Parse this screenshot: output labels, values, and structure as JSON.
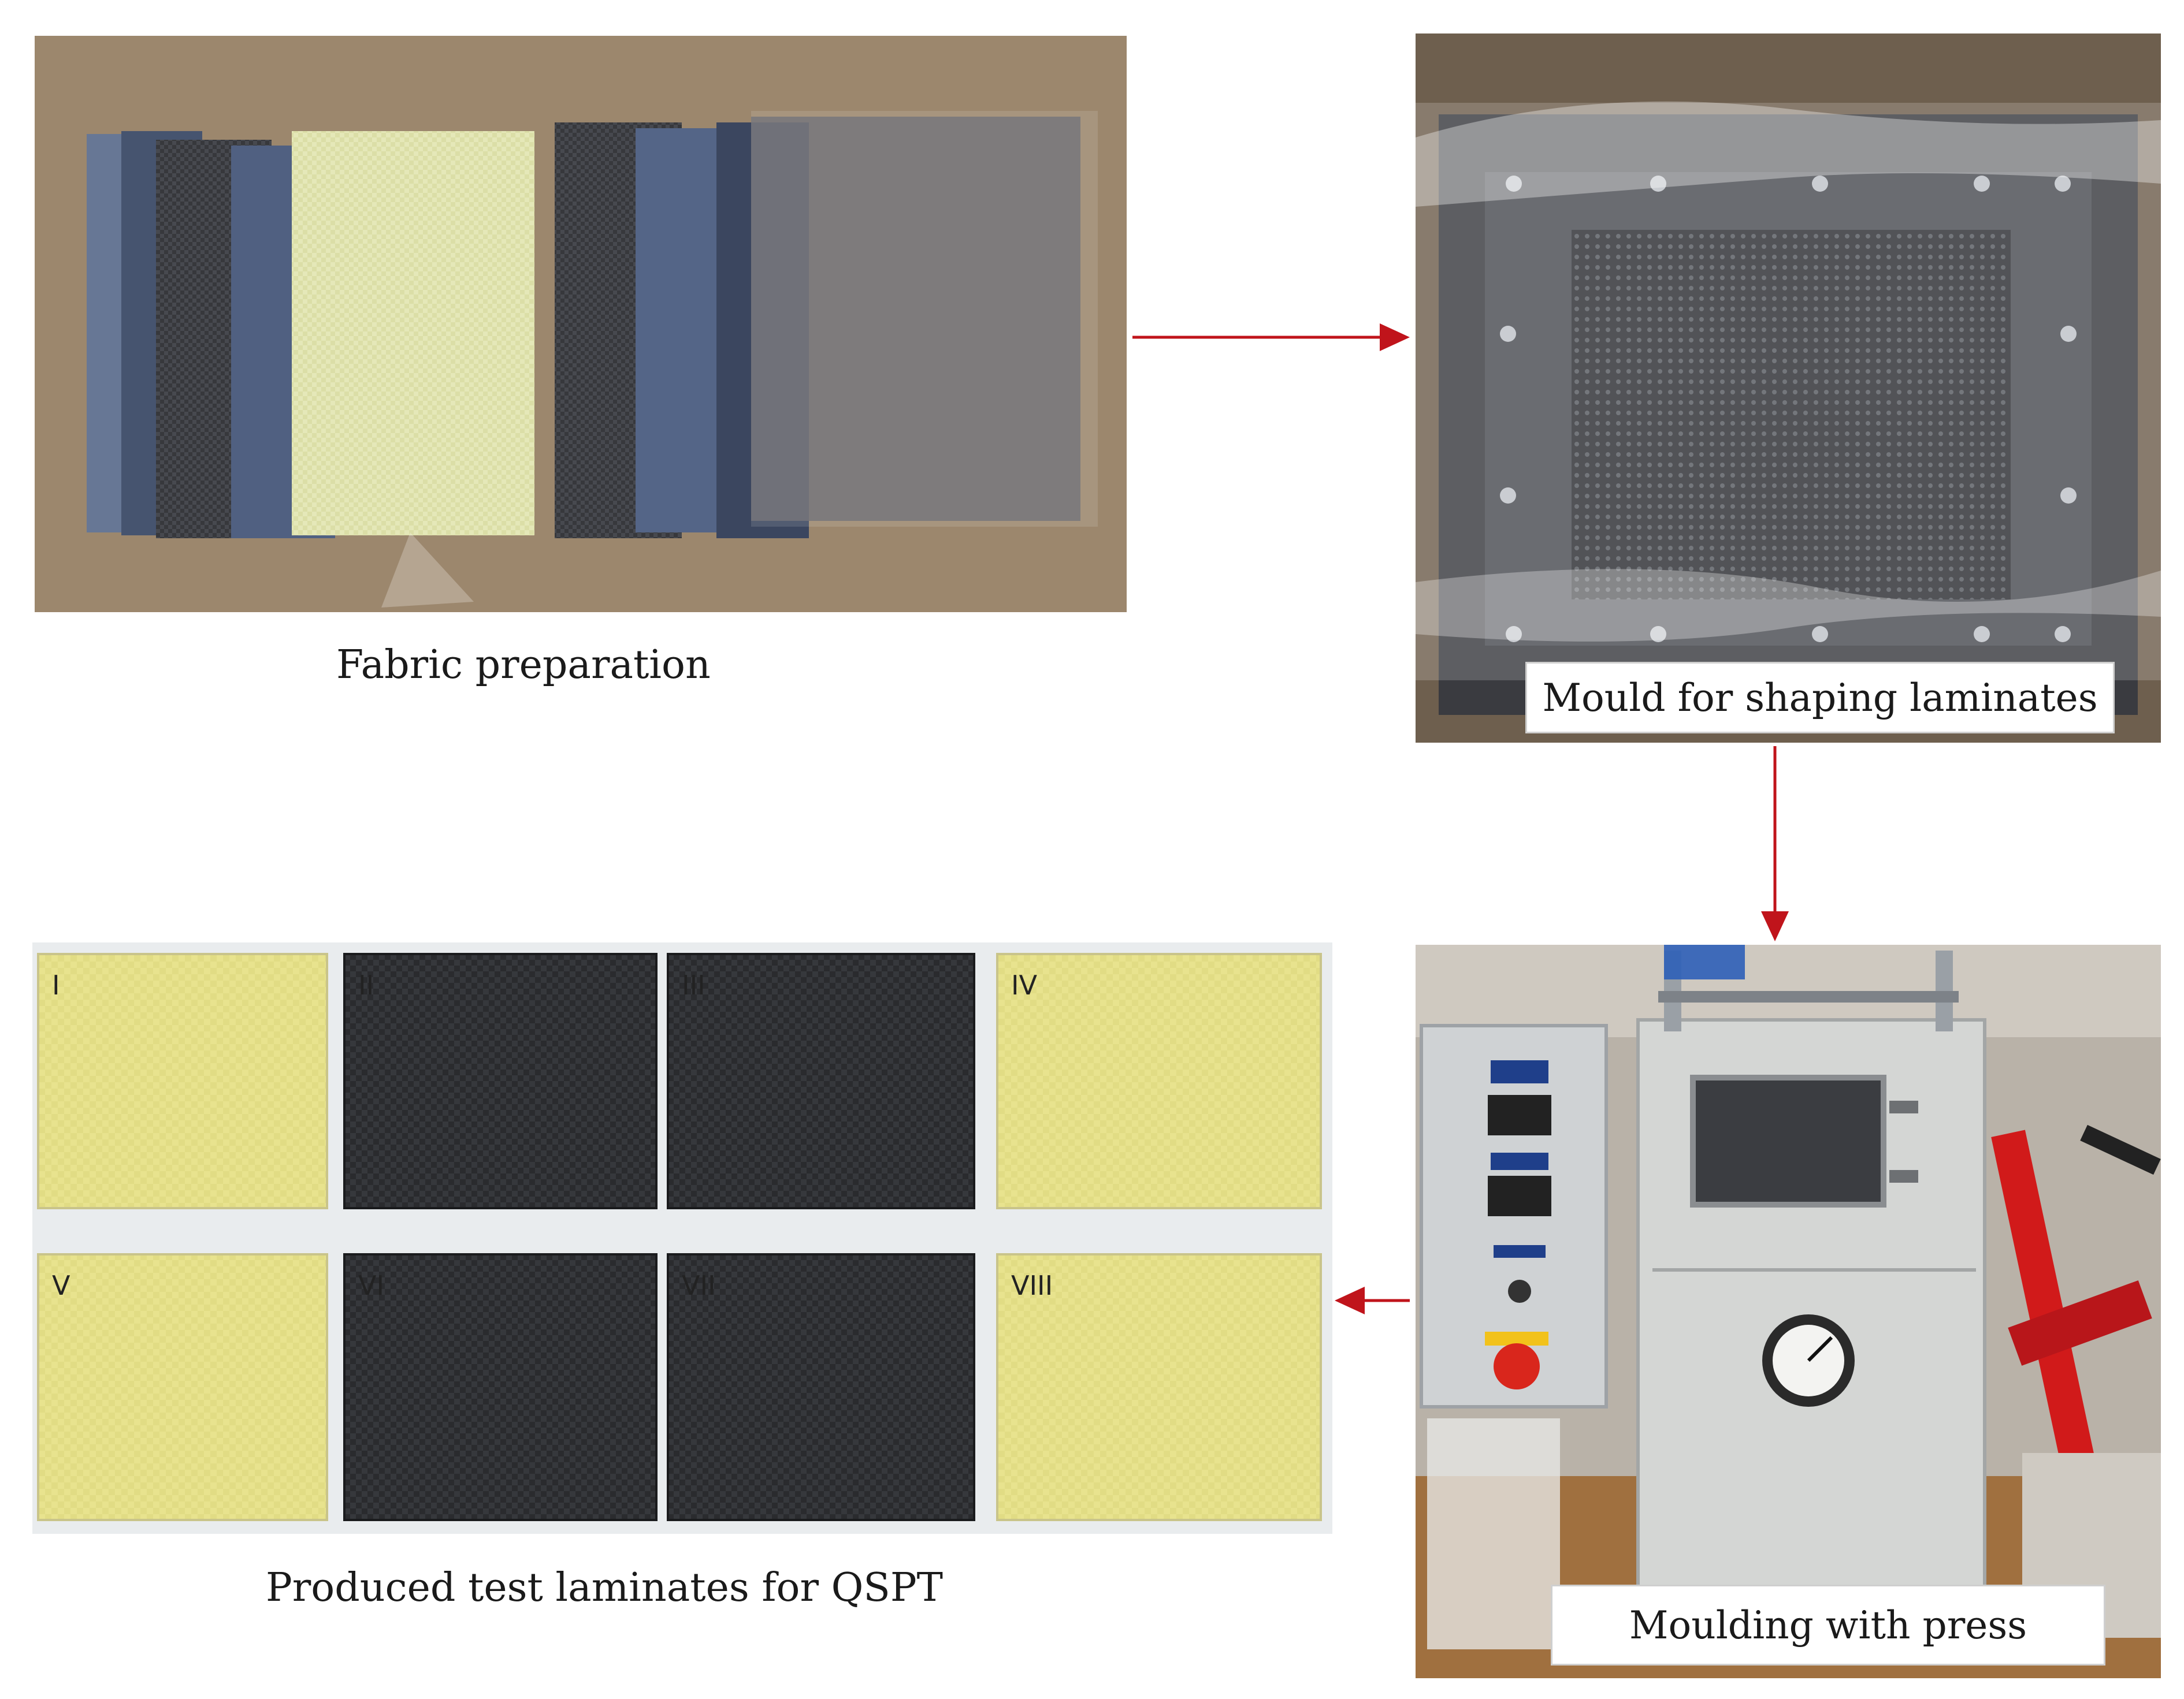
{
  "captions": {
    "fabric_preparation": "Fabric preparation",
    "mould_for_shaping": "Mould for shaping laminates",
    "moulding_with_press": "Moulding with press",
    "produced_test_laminates": "Produced test laminates for QSPT"
  },
  "laminates": [
    {
      "label": "I",
      "material": "aramid"
    },
    {
      "label": "II",
      "material": "carbon"
    },
    {
      "label": "III",
      "material": "carbon"
    },
    {
      "label": "IV",
      "material": "aramid"
    },
    {
      "label": "V",
      "material": "aramid"
    },
    {
      "label": "VI",
      "material": "carbon"
    },
    {
      "label": "VII",
      "material": "carbon"
    },
    {
      "label": "VIII",
      "material": "aramid"
    }
  ],
  "colors": {
    "arrow": "#c0141b",
    "aramid": "#e8e38e",
    "carbon": "#2a2b2e",
    "wood": "#8b7358"
  }
}
